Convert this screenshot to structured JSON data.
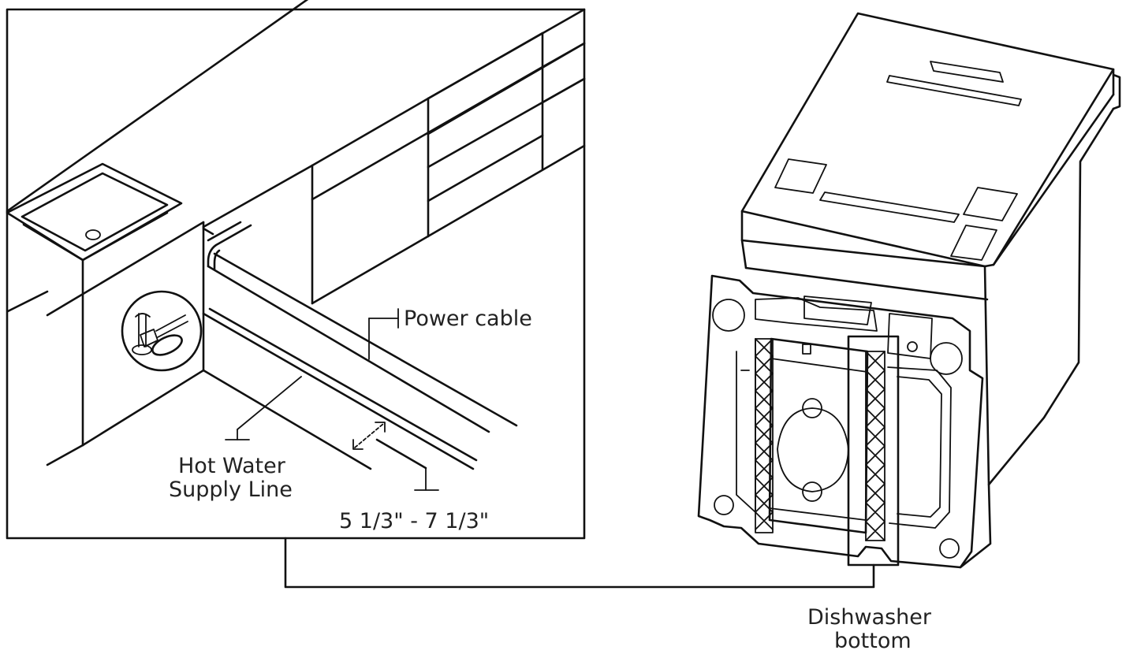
{
  "labels": {
    "power_cable": "Power cable",
    "hot_water_line_1": "Hot Water",
    "hot_water_line_2": "Supply Line",
    "dimension": "5 1/3\" - 7 1/3\"",
    "dishwasher_bottom_line_1": "Dishwasher",
    "dishwasher_bottom_line_2": "bottom"
  },
  "colors": {
    "line": "#111111",
    "text": "#222222",
    "background": "#ffffff"
  }
}
